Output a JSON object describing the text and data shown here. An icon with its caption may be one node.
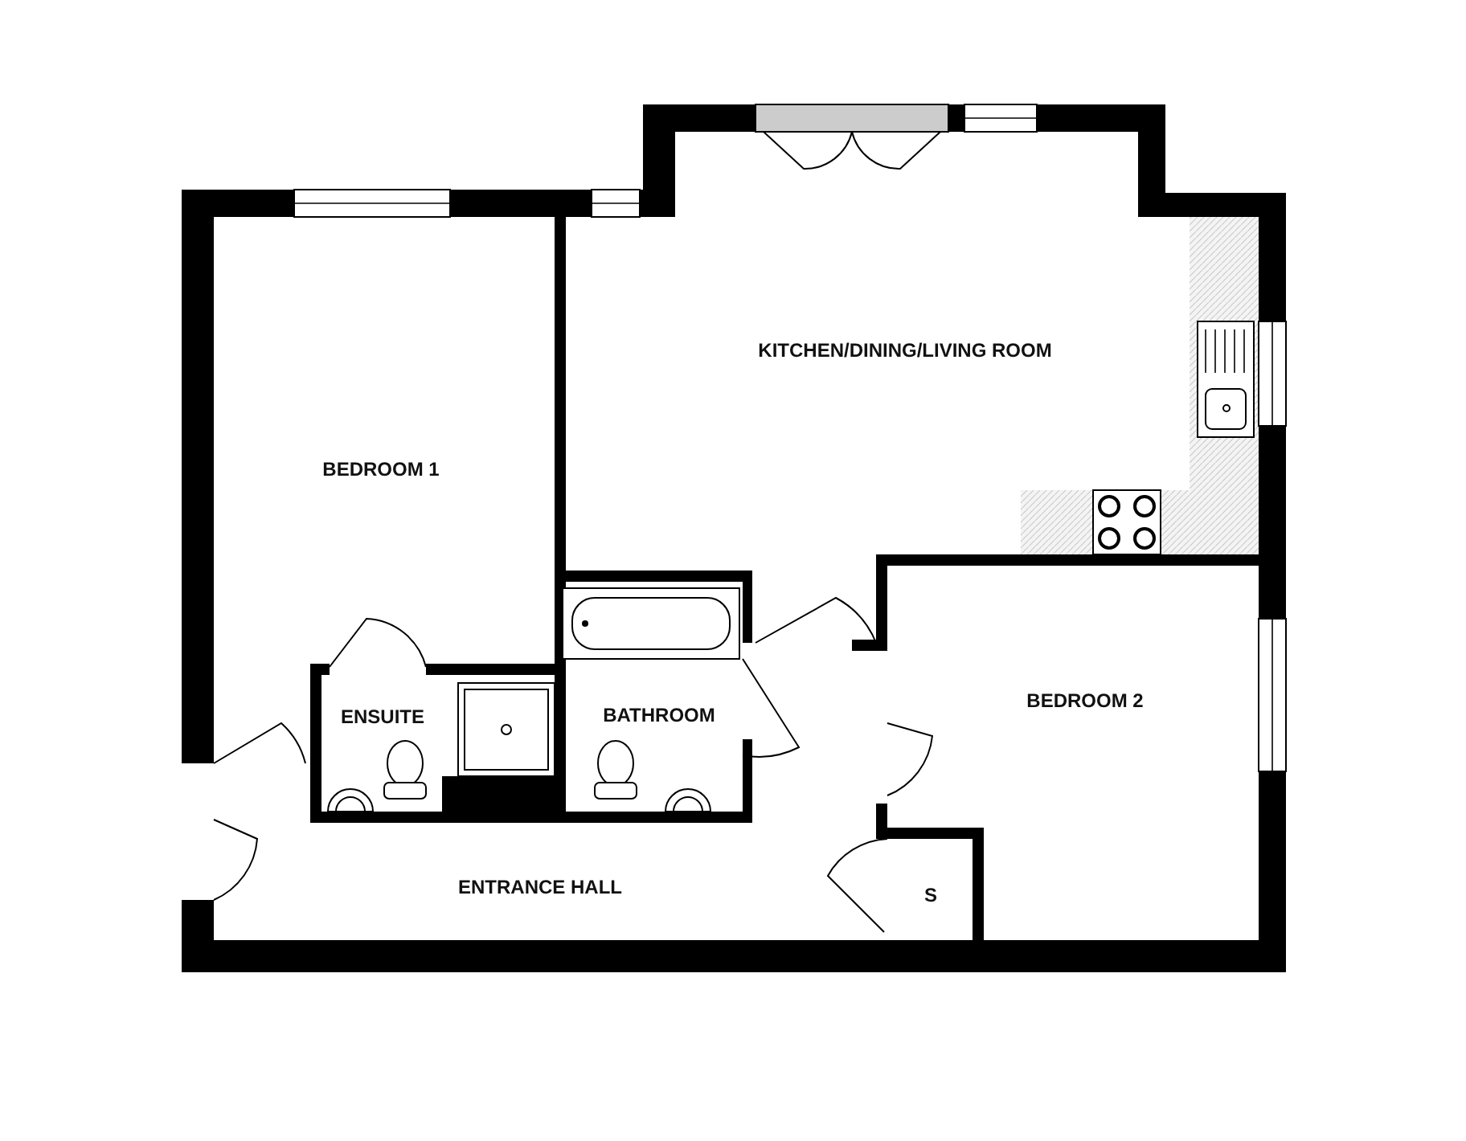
{
  "diagram": {
    "nodes": [
      {
        "text": [
          "KITCHEN/DINING/LIVING ROOM"
        ]
      },
      {
        "text": [
          "BEDROOM 1"
        ]
      },
      {
        "text": [
          "BEDROOM 2"
        ]
      },
      {
        "text": [
          "ENSUITE"
        ]
      },
      {
        "text": [
          "BATHROOM"
        ]
      },
      {
        "text": [
          "ENTRANCE HALL"
        ]
      },
      {
        "text": [
          "S"
        ]
      }
    ]
  }
}
